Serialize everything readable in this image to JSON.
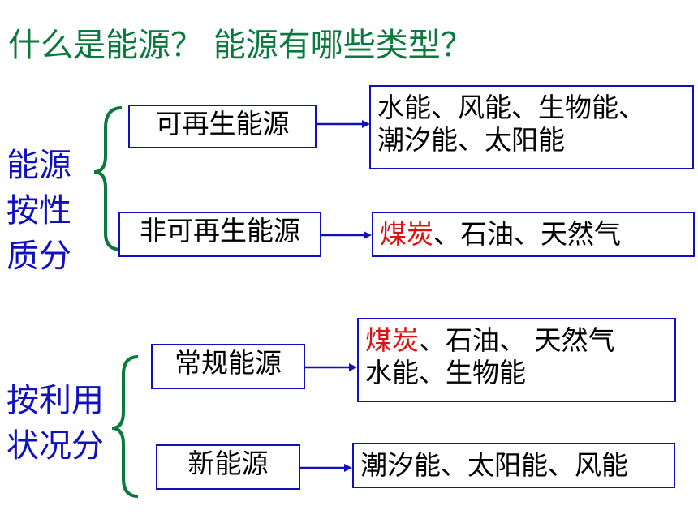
{
  "colors": {
    "title": "#0a7a3c",
    "side_label": "#1010c0",
    "bracket": "#0a7a3c",
    "box_border": "#1010c0",
    "arrow": "#1010c0",
    "highlight": "#e01010",
    "text": "#000000"
  },
  "title": "什么是能源？ 能源有哪些类型？",
  "group1": {
    "label": "能源\n按性\n质分",
    "renewable": {
      "label": "可再生能源",
      "result_line1": "水能、风能、生物能、",
      "result_line2": "潮汐能、太阳能"
    },
    "nonrenewable": {
      "label": "非可再生能源",
      "result_highlight": "煤炭",
      "result_rest": "、石油、天然气"
    }
  },
  "group2": {
    "label": "按利用\n状况分",
    "conventional": {
      "label": "常规能源",
      "result_highlight": "煤炭",
      "result_rest1": "、石油、 天然气",
      "result_line2": "水能、生物能"
    },
    "new": {
      "label": "新能源",
      "result": "潮汐能、太阳能、风能"
    }
  }
}
